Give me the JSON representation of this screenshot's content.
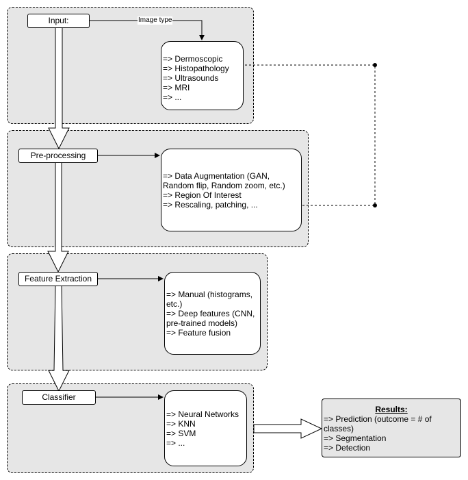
{
  "stages": {
    "input": {
      "label": "Input:",
      "edge_label": "Image type",
      "items": [
        "=> Dermoscopic",
        "=> Histopathology",
        "=> Ultrasounds",
        "=> MRI",
        "=> ..."
      ]
    },
    "preprocessing": {
      "label": "Pre-processing",
      "items": [
        "=> Data Augmentation  (GAN,",
        "Random flip, Random zoom, etc.)",
        "=> Region Of Interest",
        "=> Rescaling, patching, ..."
      ]
    },
    "feature_extraction": {
      "label": "Feature Extraction",
      "items": [
        "=> Manual (histograms,",
        "etc.)",
        "=> Deep features (CNN,",
        "pre-trained models)",
        "=> Feature fusion"
      ]
    },
    "classifier": {
      "label": "Classifier",
      "items": [
        "=> Neural Networks",
        "=> KNN",
        "=> SVM",
        "=> ..."
      ]
    }
  },
  "results": {
    "title": "Results:",
    "items": [
      "=> Prediction (outcome = # of",
      "classes)",
      "=> Segmentation",
      "=> Detection"
    ]
  }
}
